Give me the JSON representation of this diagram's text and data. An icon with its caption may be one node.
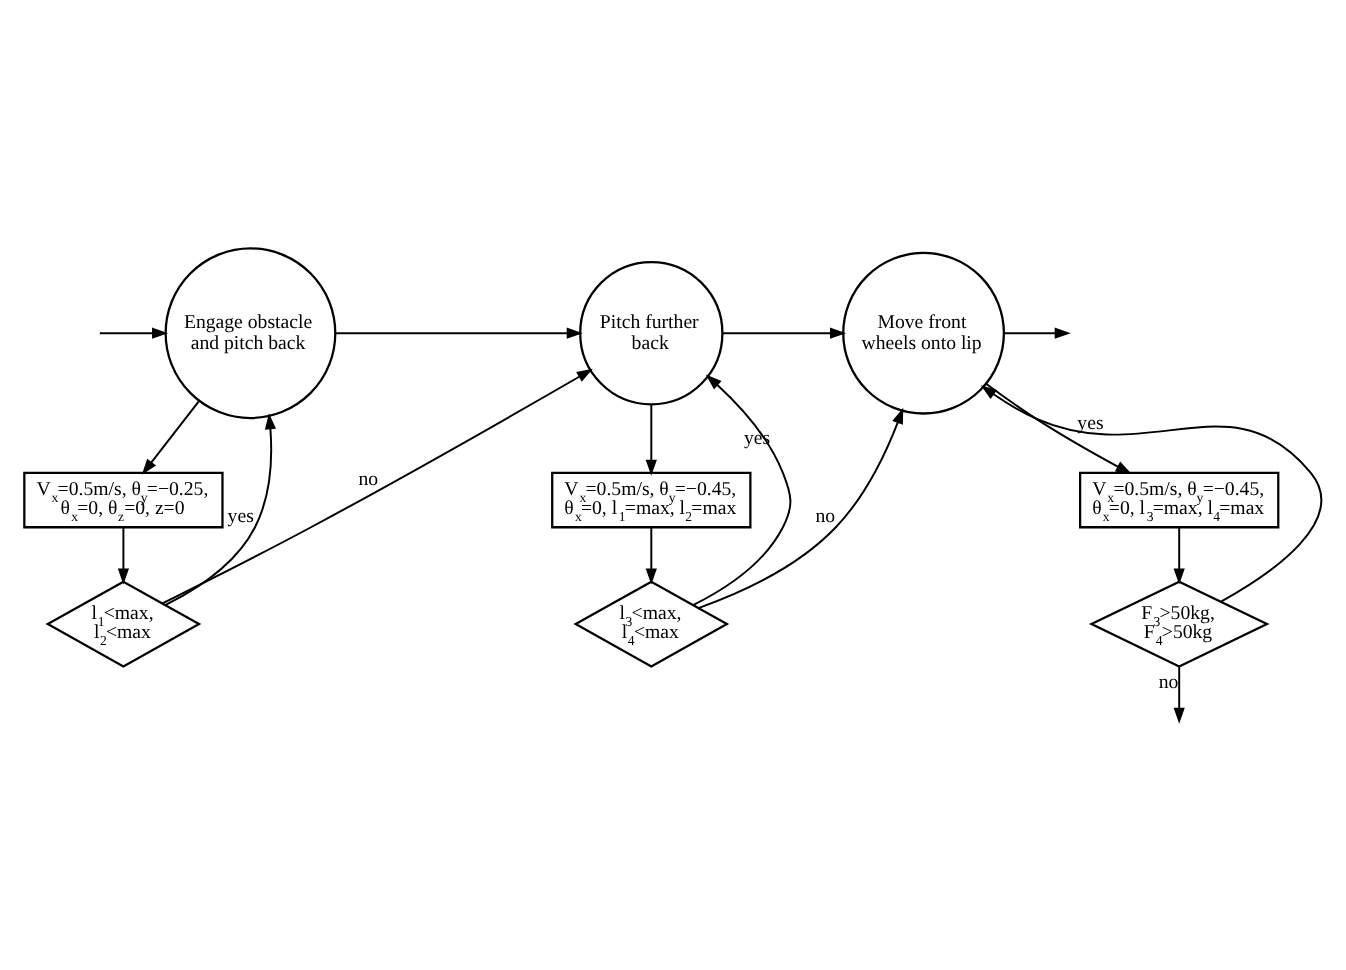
{
  "diagram": {
    "nodes": [
      {
        "text": [
          "Engage obstacle and pitch back"
        ]
      },
      {
        "text": [
          "V$_{x}$=0.5m/s, θ$_{y}$=−0.25, θ$_{x}$=0, θ$_{z}$=0, z=0"
        ]
      },
      {
        "text": [
          "l$_{1}$<max, l$_{2}$<max"
        ]
      },
      {
        "text": [
          "Pitch further back"
        ]
      },
      {
        "text": [
          "V$_{x}$=0.5m/s, θ$_{y}$=−0.45, θ$_{x}$=0, l$_{1}$=max, l$_{2}$=max"
        ]
      },
      {
        "text": [
          "l$_{3}$<max, l$_{4}$<max"
        ]
      },
      {
        "text": [
          "Move front wheels onto lip"
        ]
      },
      {
        "text": [
          "V$_{x}$=0.5m/s, θ$_{y}$=−0.45, θ$_{x}$=0, l$_{3}$=max, l$_{4}$=max"
        ]
      },
      {
        "text": [
          "F$_{3}$>50kg, F$_{4}$>50kg"
        ]
      }
    ],
    "edges": [
      {
        "from": null,
        "to": 0,
        "arrow": "to"
      },
      {
        "from": 0,
        "to": 1,
        "arrow": "to"
      },
      {
        "from": 1,
        "to": 2,
        "arrow": "to"
      },
      {
        "from": 2,
        "to": 0,
        "arrow": "to",
        "label": "yes"
      },
      {
        "from": 2,
        "to": 3,
        "arrow": "to",
        "label": "no"
      },
      {
        "from": 0,
        "to": 3,
        "arrow": "to"
      },
      {
        "from": 3,
        "to": 4,
        "arrow": "to"
      },
      {
        "from": 4,
        "to": 5,
        "arrow": "to"
      },
      {
        "from": 5,
        "to": 3,
        "arrow": "to",
        "label": "yes"
      },
      {
        "from": 5,
        "to": 6,
        "arrow": "to",
        "label": "no"
      },
      {
        "from": 3,
        "to": 6,
        "arrow": "to"
      },
      {
        "from": 6,
        "to": 7,
        "arrow": "to"
      },
      {
        "from": 7,
        "to": 8,
        "arrow": "to"
      },
      {
        "from": 8,
        "to": 6,
        "arrow": "to",
        "label": "yes"
      },
      {
        "from": 8,
        "to": null,
        "arrow": "to",
        "label": "no"
      },
      {
        "from": 6,
        "to": null,
        "arrow": "to"
      }
    ]
  }
}
